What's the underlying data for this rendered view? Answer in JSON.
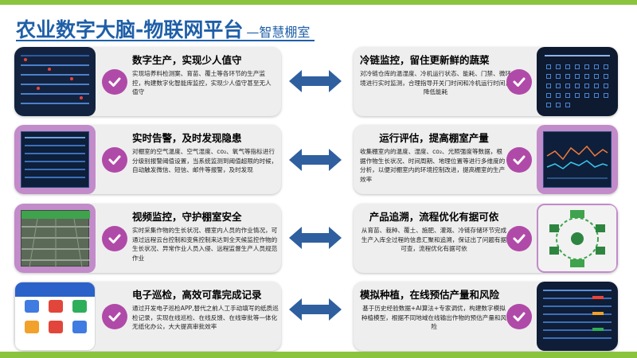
{
  "header": {
    "title": "农业数字大脑-物联网平台",
    "subtitle": "—智慧棚室"
  },
  "colors": {
    "title_blue": "#1f5fa8",
    "accent_green": "#8ac43f",
    "check_purple": "#b04aa8",
    "arrow_blue": "#2f5f9f",
    "card_gray": "#eeeeee"
  },
  "features": [
    {
      "title": "数字生产，实现少人值守",
      "body": "实现培养料检测案、育苗、覆土等各环节的生产监控，构建数字化智能库监控，实现少人值守甚至无人值守",
      "thumbnail_icon": "dashboard-screenshot-icon"
    },
    {
      "title": "冷链监控，留住更新鲜的蔬菜",
      "body": "对冷链仓库的温湿度、冷机运行状态、能耗、门禁、微环境进行实时监测，合理指导开关门时间和冷机运行时间，降低能耗",
      "thumbnail_icon": "calendar-screenshot-icon"
    },
    {
      "title": "实时告警，及时发现隐患",
      "body": "对棚室的空气温度、空气湿度、co₂、氧气等指标进行分级别报警阈值设置，当系统监测到阈值超限的时候，自动触发微信、短信、邮件等报警，及时发现",
      "thumbnail_icon": "alarm-table-icon"
    },
    {
      "title": "运行评估，提高棚室产量",
      "body": "收集棚室内的温度、湿度、co₂、光照强度等数据，根据作物生长状况、时间周期、地理位置等进行多维度的分析，以便对棚室内的环境控制改进，提高棚室的生产效率",
      "thumbnail_icon": "line-chart-icon"
    },
    {
      "title": "视频监控，守护棚室安全",
      "body": "实时采集作物的生长状况、棚室内人员的作业情况，可通过远程云台控制和变焦控制来达到全天候监控作物的生长状况、异常作业人员入侵、远程监督生产人员规范作业",
      "thumbnail_icon": "greenhouse-video-icon"
    },
    {
      "title": "产品追溯，流程优化有据可依",
      "body": "从育苗、栽种、覆土、施肥、灌溉、冷链存储环节完成生产入库全过程的信息汇聚和追溯，保证出了问题有据可查，流程优化有据可依",
      "thumbnail_icon": "trace-flow-icon"
    },
    {
      "title": "电子巡检，高效可靠完成记录",
      "body": "通过开发电子巡检APP,替代之前人工手动填写的纸质巡检记录，实现在线巡检、在线反馈、在线审批等一体化无纸化办公，大大提高审批效率",
      "thumbnail_icon": "mobile-app-icon"
    },
    {
      "title": "模拟种植，在线预估产量和风险",
      "body": "基于历史经验数据+AI算法+专家调优，构建数字模拟种植模型，根据不同地域在线输出作物的预估产量和风险",
      "thumbnail_icon": "data-table-icon"
    }
  ]
}
